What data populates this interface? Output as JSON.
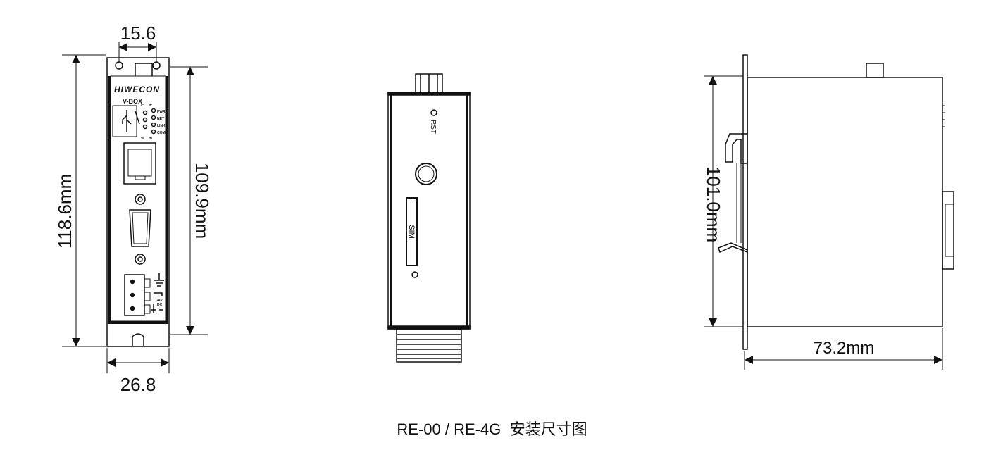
{
  "caption": {
    "model": "RE-00 / RE-4G",
    "subtitle": "安装尺寸图"
  },
  "front_view": {
    "brand": "HIWECON",
    "model_label": "V-BOX",
    "led_labels": [
      "PWR",
      "NET",
      "LINK",
      "COM"
    ],
    "power_label_line1": "24V",
    "power_label_line2": "DC",
    "dim_hole_spacing": "15.6",
    "dim_width": "26.8",
    "dim_total_height": "118.6mm",
    "dim_body_height": "109.9mm"
  },
  "side_view": {
    "rst_label": "RST",
    "sim_label": "SIM"
  },
  "profile_view": {
    "dim_height": "101.0mm",
    "dim_depth": "73.2mm"
  },
  "colors": {
    "line": "#111111",
    "background": "#ffffff"
  }
}
